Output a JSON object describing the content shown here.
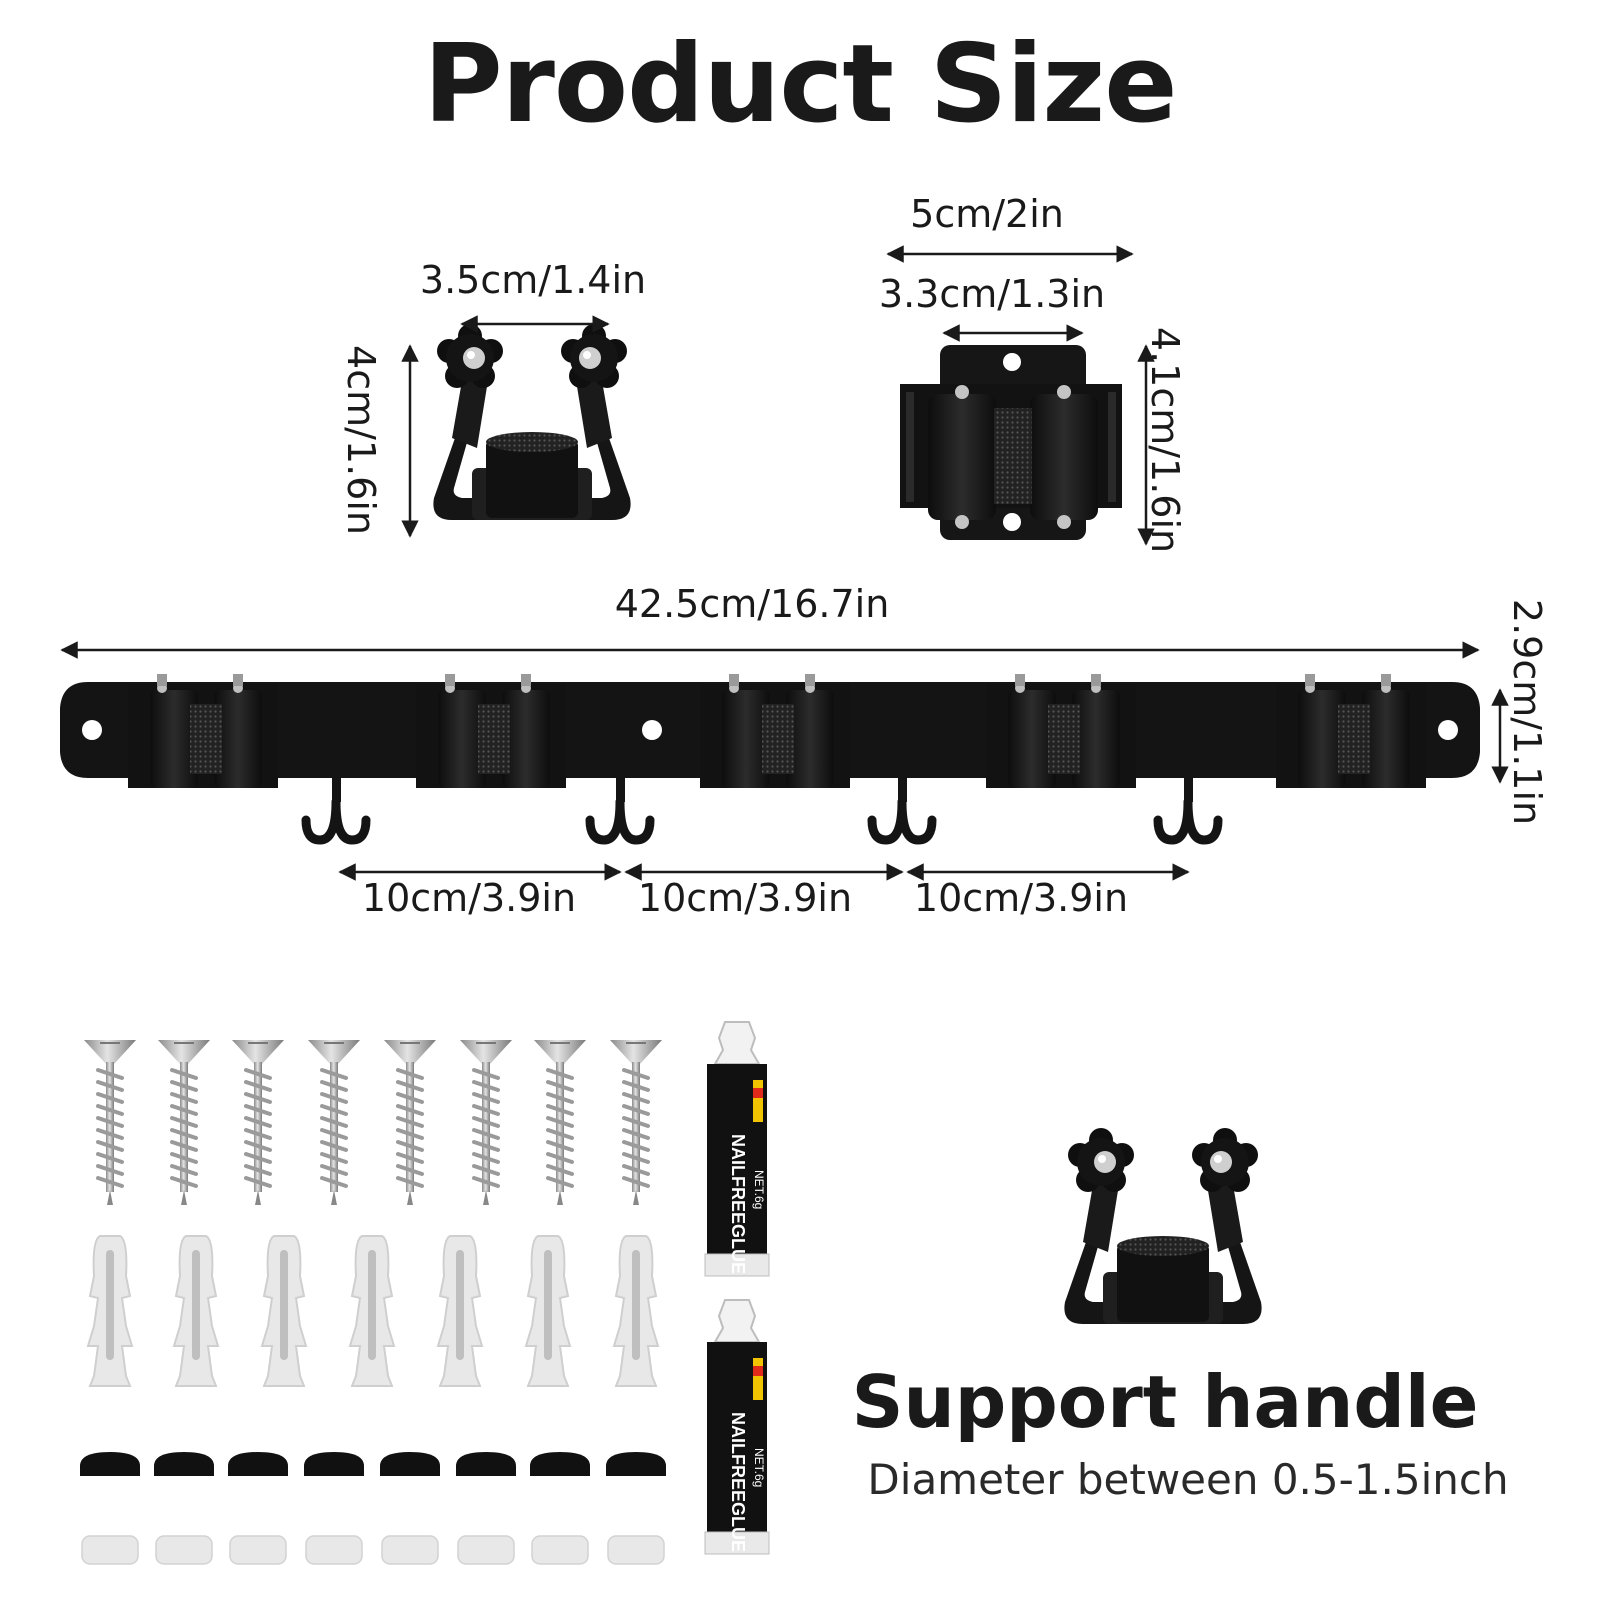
{
  "title": "Product Size",
  "dimensions": {
    "clip_width": "3.5cm/1.4in",
    "clip_height": "4cm/1.6in",
    "holder_outer_width": "5cm/2in",
    "holder_inner_width": "3.3cm/1.3in",
    "holder_height": "4.1cm/1.6in",
    "rail_length": "42.5cm/16.7in",
    "rail_height": "2.9cm/1.1in",
    "hook_spacing_1": "10cm/3.9in",
    "hook_spacing_2": "10cm/3.9in",
    "hook_spacing_3": "10cm/3.9in"
  },
  "glue_label": "NAILFREEGLUE",
  "glue_net": "NET.6g",
  "support": {
    "title": "Support handle",
    "subtitle": "Diameter between 0.5-1.5inch"
  },
  "icons": [
    "spring-clip-icon",
    "roller-holder-icon",
    "wall-rail-icon",
    "screw-icon",
    "wall-anchor-icon",
    "screw-cap-icon",
    "glue-tube-icon"
  ],
  "colors": {
    "metal": "#151515",
    "anchor": "#e6e6e6",
    "screw": "#b9b9b9"
  }
}
